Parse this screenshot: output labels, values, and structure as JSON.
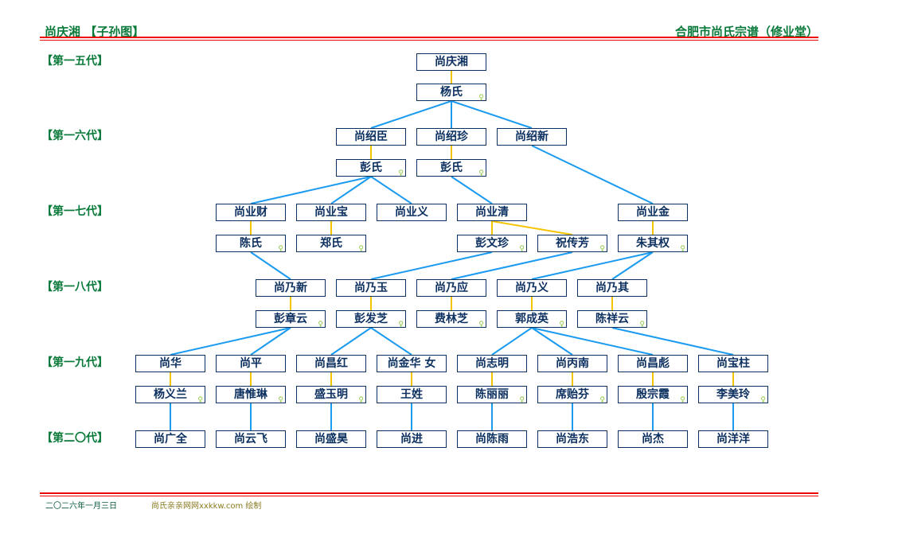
{
  "header": {
    "title_left": "尚庆湘 【子孙图】",
    "title_right": "合肥市尚氏宗谱（修业堂）"
  },
  "generations": [
    "【第一五代】",
    "【第一六代】",
    "【第一七代】",
    "【第一八代】",
    "【第一九代】",
    "【第二〇代】"
  ],
  "female_icon": "♀",
  "colors": {
    "line_child": "#1a9bf0",
    "line_spouse": "#f5c400",
    "header": "#0a7a3a",
    "rule": "#ee0000",
    "box": "#0c3060"
  },
  "nodes": [
    {
      "id": "a1",
      "name": "尚庆湘"
    },
    {
      "id": "a1s",
      "name": "杨氏",
      "female": true
    },
    {
      "id": "b1",
      "name": "尚绍臣"
    },
    {
      "id": "b2",
      "name": "尚绍珍"
    },
    {
      "id": "b3",
      "name": "尚绍新"
    },
    {
      "id": "b1s",
      "name": "彭氏",
      "female": true
    },
    {
      "id": "b2s",
      "name": "彭氏",
      "female": true
    },
    {
      "id": "c1",
      "name": "尚业财"
    },
    {
      "id": "c2",
      "name": "尚业宝"
    },
    {
      "id": "c3",
      "name": "尚业义"
    },
    {
      "id": "c4",
      "name": "尚业清"
    },
    {
      "id": "c5",
      "name": "尚业金"
    },
    {
      "id": "c1s",
      "name": "陈氏",
      "female": true
    },
    {
      "id": "c2s",
      "name": "郑氏",
      "female": true
    },
    {
      "id": "c4s",
      "name": "彭文珍",
      "female": true
    },
    {
      "id": "c4s2",
      "name": "祝传芳",
      "female": true
    },
    {
      "id": "c5s",
      "name": "朱其权",
      "female": true
    },
    {
      "id": "d1",
      "name": "尚乃新"
    },
    {
      "id": "d2",
      "name": "尚乃玉"
    },
    {
      "id": "d3",
      "name": "尚乃应"
    },
    {
      "id": "d4",
      "name": "尚乃义"
    },
    {
      "id": "d5",
      "name": "尚乃其"
    },
    {
      "id": "d1s",
      "name": "彭章云",
      "female": true
    },
    {
      "id": "d2s",
      "name": "彭发芝",
      "female": true
    },
    {
      "id": "d3s",
      "name": "费林芝",
      "female": true
    },
    {
      "id": "d4s",
      "name": "郭成英",
      "female": true
    },
    {
      "id": "d5s",
      "name": "陈祥云",
      "female": true
    },
    {
      "id": "e1",
      "name": "尚华"
    },
    {
      "id": "e2",
      "name": "尚平"
    },
    {
      "id": "e3",
      "name": "尚昌红"
    },
    {
      "id": "e4",
      "name": "尚金华  女"
    },
    {
      "id": "e5",
      "name": "尚志明"
    },
    {
      "id": "e6",
      "name": "尚丙南"
    },
    {
      "id": "e7",
      "name": "尚昌彪"
    },
    {
      "id": "e8",
      "name": "尚宝柱"
    },
    {
      "id": "e1s",
      "name": "杨义兰",
      "female": true
    },
    {
      "id": "e2s",
      "name": "唐惟琳",
      "female": true
    },
    {
      "id": "e3s",
      "name": "盛玉明",
      "female": true
    },
    {
      "id": "e4s",
      "name": "王姓"
    },
    {
      "id": "e5s",
      "name": "陈丽丽",
      "female": true
    },
    {
      "id": "e6s",
      "name": "席贻芬",
      "female": true
    },
    {
      "id": "e7s",
      "name": "殷宗霞",
      "female": true
    },
    {
      "id": "e8s",
      "name": "李美玲",
      "female": true
    },
    {
      "id": "f1",
      "name": "尚广全"
    },
    {
      "id": "f2",
      "name": "尚云飞"
    },
    {
      "id": "f3",
      "name": "尚盛昊"
    },
    {
      "id": "f4",
      "name": "尚进"
    },
    {
      "id": "f5",
      "name": "尚陈雨"
    },
    {
      "id": "f6",
      "name": "尚浩东"
    },
    {
      "id": "f7",
      "name": "尚杰"
    },
    {
      "id": "f8",
      "name": "尚洋洋"
    }
  ],
  "spouse_links": [
    [
      "a1",
      "a1s"
    ],
    [
      "b1",
      "b1s"
    ],
    [
      "b2",
      "b2s"
    ],
    [
      "c1",
      "c1s"
    ],
    [
      "c2",
      "c2s"
    ],
    [
      "c4",
      "c4s"
    ],
    [
      "c4",
      "c4s2"
    ],
    [
      "c5",
      "c5s"
    ],
    [
      "d1",
      "d1s"
    ],
    [
      "d2",
      "d2s"
    ],
    [
      "d3",
      "d3s"
    ],
    [
      "d4",
      "d4s"
    ],
    [
      "d5",
      "d5s"
    ],
    [
      "e1",
      "e1s"
    ],
    [
      "e2",
      "e2s"
    ],
    [
      "e3",
      "e3s"
    ],
    [
      "e4",
      "e4s"
    ],
    [
      "e5",
      "e5s"
    ],
    [
      "e6",
      "e6s"
    ],
    [
      "e7",
      "e7s"
    ],
    [
      "e8",
      "e8s"
    ]
  ],
  "child_links": [
    [
      "a1s",
      "b1"
    ],
    [
      "a1s",
      "b2"
    ],
    [
      "a1s",
      "b3"
    ],
    [
      "b1s",
      "c1"
    ],
    [
      "b1s",
      "c2"
    ],
    [
      "b1s",
      "c3"
    ],
    [
      "b2s",
      "c4"
    ],
    [
      "b3",
      "c5"
    ],
    [
      "c1s",
      "d1"
    ],
    [
      "c4s",
      "d2"
    ],
    [
      "c4s2",
      "d3"
    ],
    [
      "c5s",
      "d4"
    ],
    [
      "c5s",
      "d5"
    ],
    [
      "d1s",
      "e1"
    ],
    [
      "d1s",
      "e2"
    ],
    [
      "d2s",
      "e3"
    ],
    [
      "d2s",
      "e4"
    ],
    [
      "d4s",
      "e5"
    ],
    [
      "d4s",
      "e6"
    ],
    [
      "d4s",
      "e7"
    ],
    [
      "d5s",
      "e8"
    ],
    [
      "e1s",
      "f1"
    ],
    [
      "e2s",
      "f2"
    ],
    [
      "e3s",
      "f3"
    ],
    [
      "e4s",
      "f4"
    ],
    [
      "e5s",
      "f5"
    ],
    [
      "e6s",
      "f6"
    ],
    [
      "e7s",
      "f7"
    ],
    [
      "e8s",
      "f8"
    ]
  ],
  "footer": {
    "date": "二〇二六年一月三日",
    "credit": "尚氏亲亲网网xxkkw.com 绘制"
  }
}
